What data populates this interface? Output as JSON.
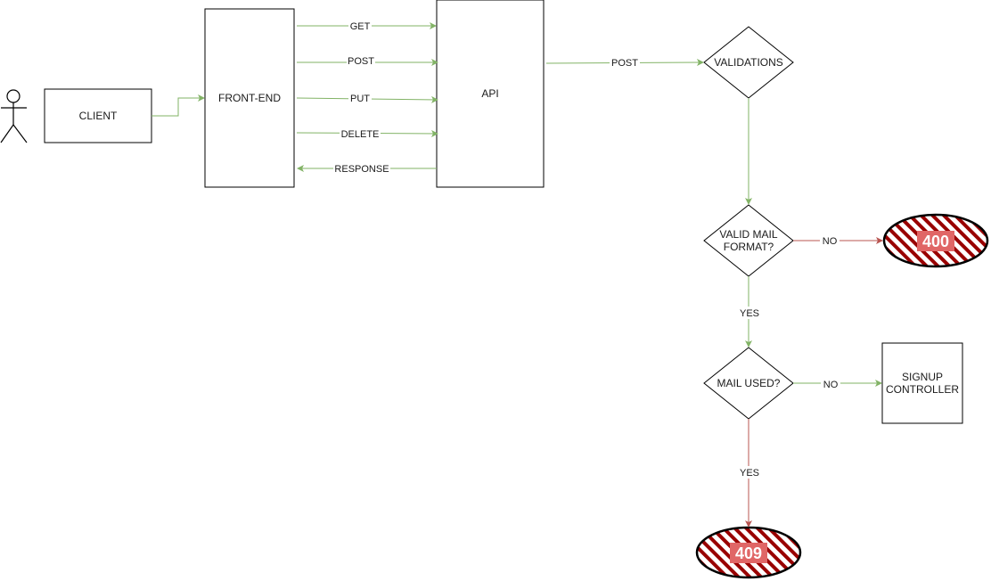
{
  "colors": {
    "ok_edge": "#82b366",
    "error_edge": "#b85450",
    "node_stroke": "#000000",
    "hatch": "#990000",
    "error_badge": "#e06666"
  },
  "nodes": {
    "client": "CLIENT",
    "frontend": "FRONT-END",
    "api": "API",
    "validations": "VALIDATIONS",
    "valid_mail_line1": "VALID MAIL",
    "valid_mail_line2": "FORMAT?",
    "mail_used": "MAIL USED?",
    "signup_line1": "SIGNUP",
    "signup_line2": "CONTROLLER",
    "error_400": "400",
    "error_409": "409"
  },
  "edges": {
    "get": "GET",
    "post": "POST",
    "put": "PUT",
    "delete": "DELETE",
    "response": "RESPONSE",
    "api_post": "POST",
    "no_400": "NO",
    "yes_valid": "YES",
    "no_signup": "NO",
    "yes_409": "YES"
  }
}
